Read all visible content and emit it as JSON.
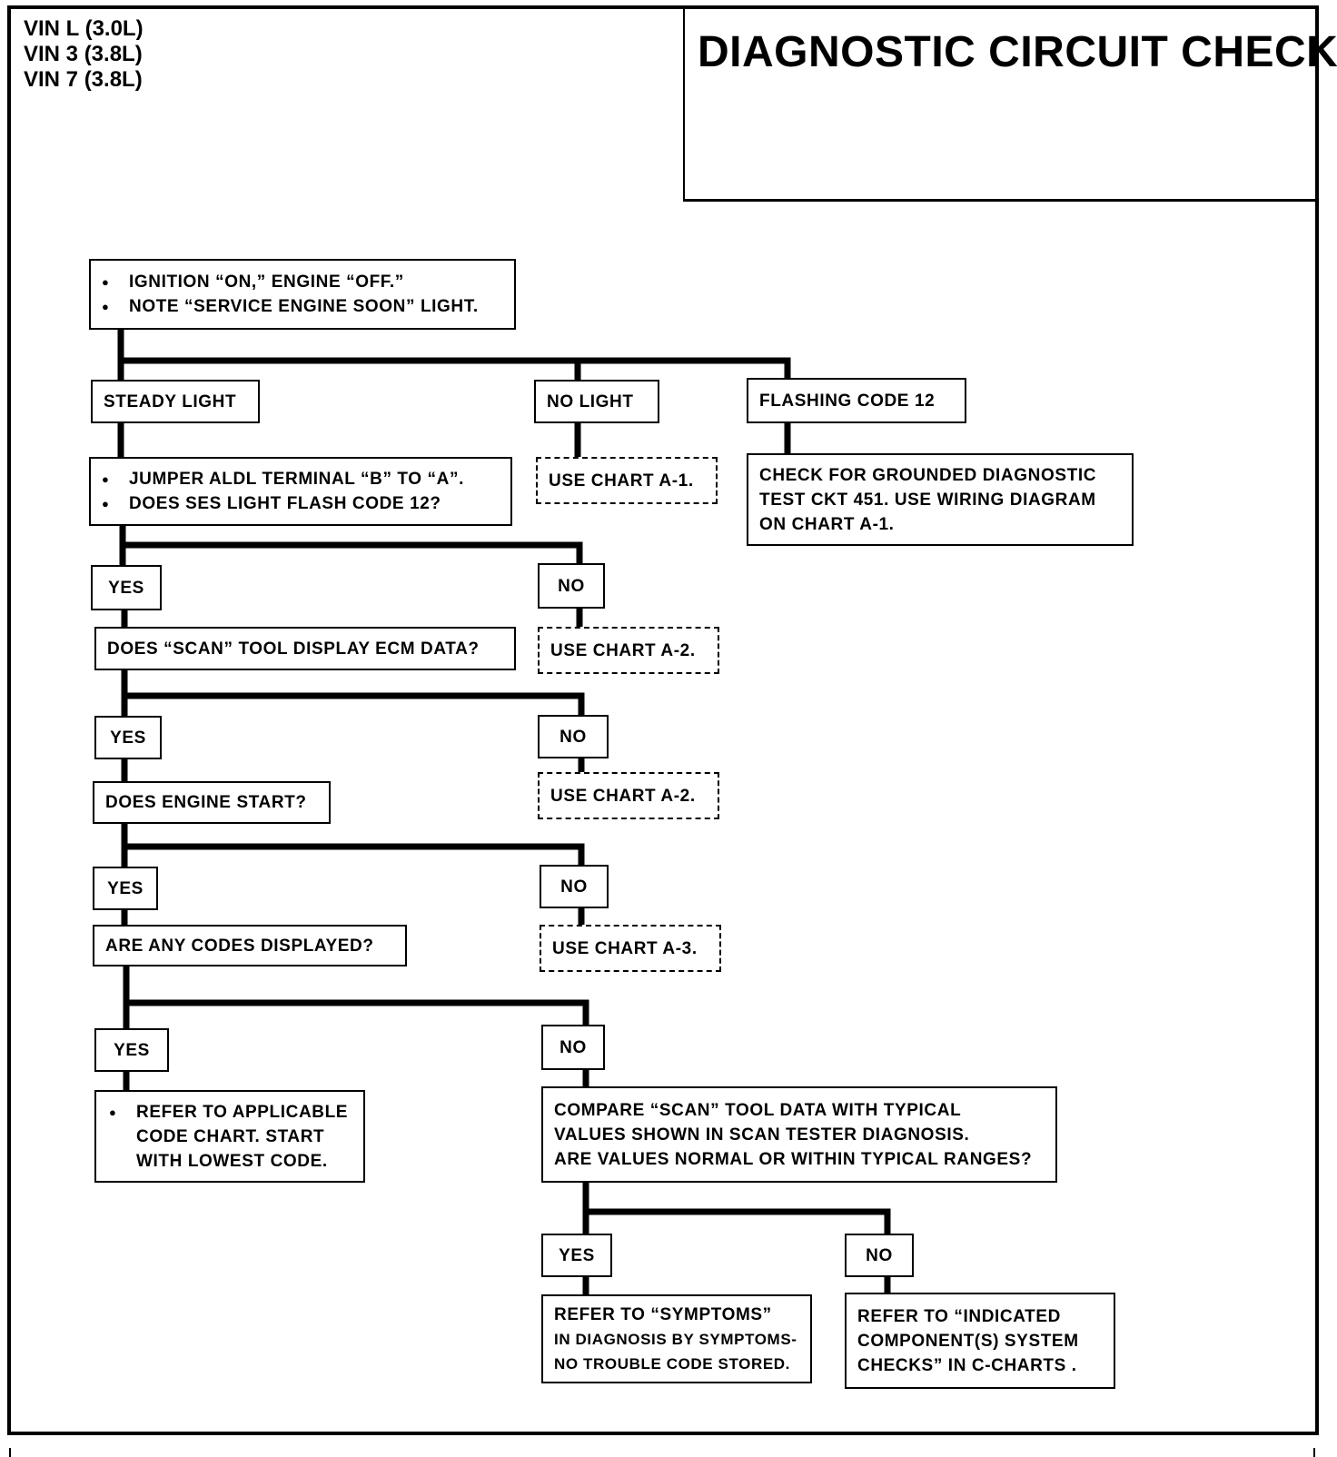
{
  "header": {
    "vin_lines": [
      "VIN L (3.0L)",
      "VIN 3 (3.8L)",
      "VIN 7 (3.8L)"
    ],
    "title": "DIAGNOSTIC CIRCUIT CHECK"
  },
  "flow": {
    "start": [
      "IGNITION “ON,” ENGINE “OFF.”",
      "NOTE “SERVICE ENGINE SOON” LIGHT."
    ],
    "steady_light": "STEADY LIGHT",
    "no_light": "NO LIGHT",
    "flashing_code": "FLASHING CODE 12",
    "use_chart_a1": "USE CHART A-1.",
    "grounded_check": [
      "CHECK FOR GROUNDED DIAGNOSTIC",
      "TEST CKT 451.  USE WIRING DIAGRAM",
      "ON CHART A-1."
    ],
    "jumper": [
      "JUMPER ALDL TERMINAL “B” TO “A”.",
      "DOES SES LIGHT FLASH CODE 12?"
    ],
    "yes_1": "YES",
    "no_1": "NO",
    "scan_question": "DOES “SCAN” TOOL DISPLAY ECM DATA?",
    "use_chart_a2_1": "USE CHART A-2.",
    "yes_2": "YES",
    "no_2": "NO",
    "engine_start": "DOES ENGINE START?",
    "use_chart_a2_2": "USE CHART A-2.",
    "yes_3": "YES",
    "no_3": "NO",
    "codes_question": "ARE ANY CODES DISPLAYED?",
    "use_chart_a3": "USE CHART A-3.",
    "yes_4": "YES",
    "no_4": "NO",
    "refer_code": [
      "REFER TO APPLICABLE",
      "CODE CHART.  START",
      "WITH LOWEST CODE."
    ],
    "compare": [
      "COMPARE “SCAN” TOOL DATA WITH TYPICAL",
      "VALUES SHOWN  IN SCAN TESTER DIAGNOSIS.",
      "ARE VALUES NORMAL OR WITHIN TYPICAL RANGES?"
    ],
    "yes_5": "YES",
    "no_5": "NO",
    "symptoms": [
      "REFER TO “SYMPTOMS”",
      "IN  DIAGNOSIS BY SYMPTOMS-",
      "NO TROUBLE CODE STORED."
    ],
    "c_charts": [
      "REFER TO “INDICATED",
      "COMPONENT(S) SYSTEM",
      "CHECKS” IN  C-CHARTS ."
    ]
  }
}
